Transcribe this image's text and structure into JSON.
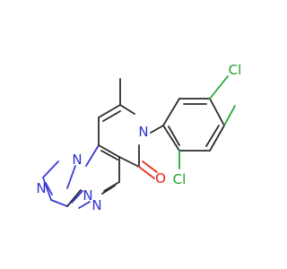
{
  "molecule": {
    "atoms": {
      "n_triazole_top": "N",
      "n_triazole_left": "N",
      "n_bridge": "N",
      "n_pyrimidine": "N",
      "n_pyridinone": "N",
      "o_carbonyl": "O",
      "cl_ortho": "Cl",
      "cl_para": "Cl"
    },
    "colors": {
      "carbon_bond": "#2d2d2d",
      "nitrogen": "#2f2fd0",
      "oxygen": "#e3211c",
      "chlorine": "#1f9e2c"
    }
  }
}
